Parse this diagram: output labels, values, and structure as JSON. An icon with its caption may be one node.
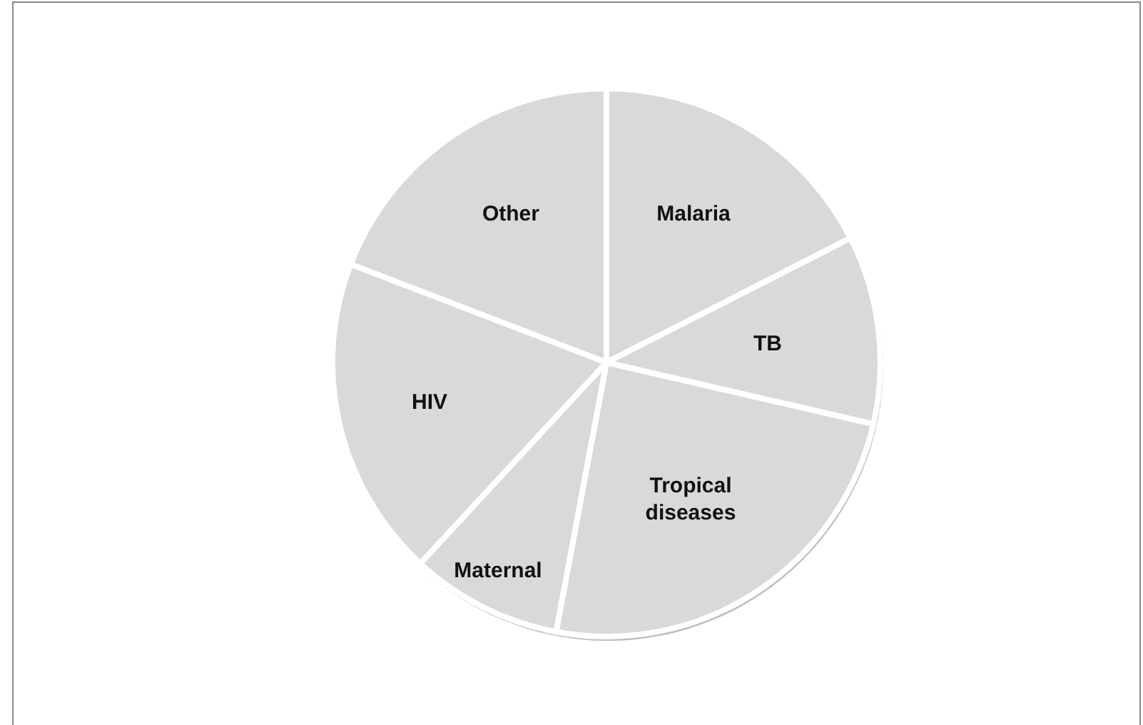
{
  "diagram": {
    "labels": [
      "Other",
      "Malaria",
      "TB",
      "HIV",
      "Tropical diseases",
      "Maternal"
    ]
  }
}
